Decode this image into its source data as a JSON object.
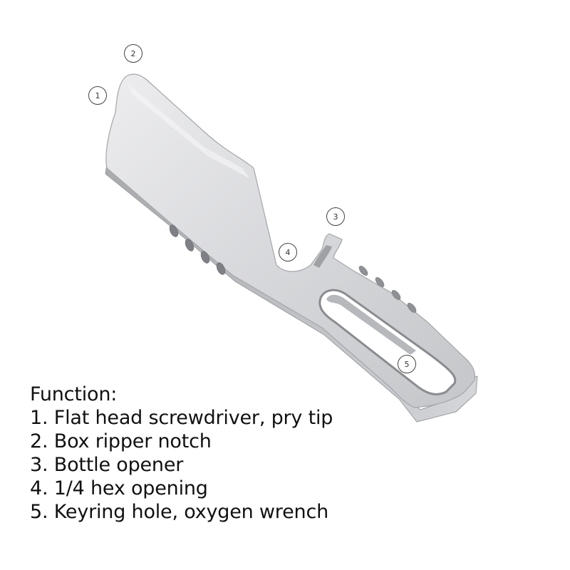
{
  "callouts": [
    "1",
    "2",
    "3",
    "4",
    "5"
  ],
  "function_list": {
    "heading": "Function:",
    "items": [
      "1. Flat head screwdriver, pry tip",
      "2. Box ripper notch",
      "3. Bottle opener",
      "4. 1/4 hex opening",
      "5. Keyring hole, oxygen wrench"
    ]
  },
  "colors": {
    "metal_light": "#e8e9ec",
    "metal_mid": "#c8cacd",
    "metal_dark": "#8e9094",
    "text": "#111111"
  }
}
